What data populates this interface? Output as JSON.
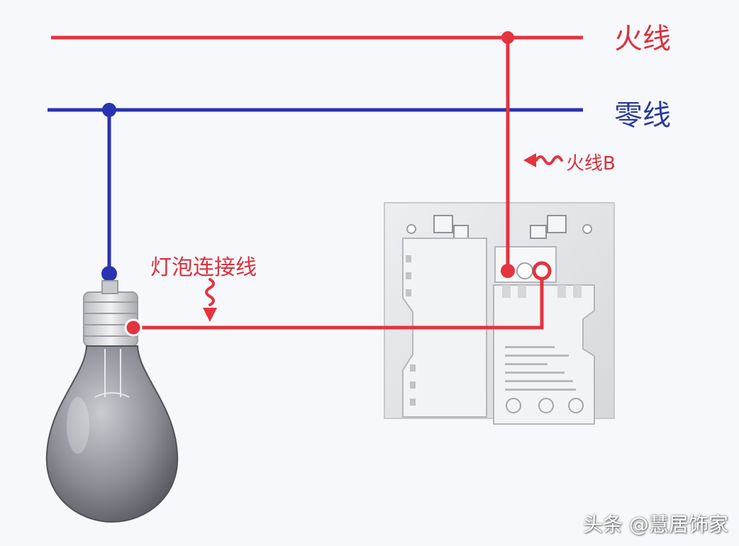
{
  "labels": {
    "live_wire": "火线",
    "neutral_wire": "零线",
    "live_wire_b": "火线B",
    "bulb_connection_wire": "灯泡连接线"
  },
  "watermark": "头条 @慧居饰家",
  "colors": {
    "live": "#e3343f",
    "neutral": "#2a33b0",
    "background": "#f7f8fb",
    "switch_body": "#e2e3e6"
  },
  "icons": {
    "bulb": "light-bulb-icon",
    "switch": "wall-switch-back-icon",
    "squiggle": "squiggle-arrow-icon"
  }
}
